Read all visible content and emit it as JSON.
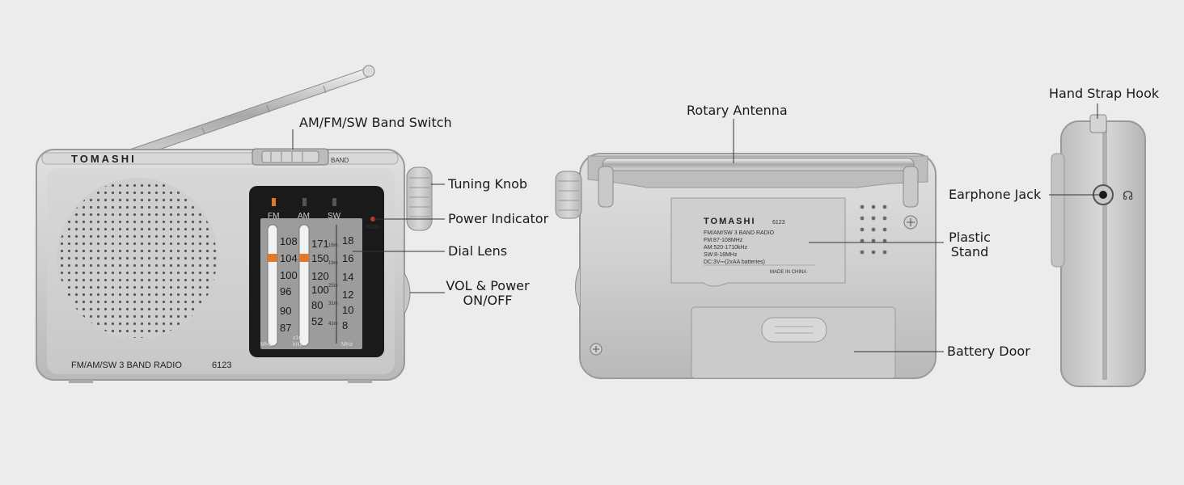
{
  "front": {
    "brand": "TOMASHI",
    "band_switch_label": "BAND",
    "model_line": "FM/AM/SW 3 BAND RADIO",
    "model_number": "6123",
    "pow_label": "POW",
    "dial": {
      "headers": [
        "FM",
        "AM",
        "SW"
      ],
      "fm_scale": [
        "108",
        "104",
        "100",
        "96",
        "90",
        "87"
      ],
      "am_scale": [
        "171",
        "150",
        "120",
        "100",
        "80",
        "52"
      ],
      "sw_scale": [
        "18",
        "16",
        "14",
        "12",
        "10",
        "8"
      ],
      "sw_bands": [
        "16m",
        "19m",
        "25m",
        "31m",
        "41m"
      ],
      "units_fm": "MHz",
      "units_am_mult": "x10",
      "units_am": "kHz",
      "units_sw": "MHz"
    }
  },
  "back": {
    "brand": "TOMASHI",
    "model_number": "6123",
    "label_lines": [
      "FM/AM/SW 3 BAND RADIO",
      "FM:87-108MHz",
      "AM:520-1710kHz",
      "SW:8-18MHz",
      "DC:3V⎓(2xAA batteries)"
    ],
    "made_in": "MADE IN CHINA"
  },
  "callouts": {
    "band_switch": "AM/FM/SW Band Switch",
    "tuning_knob": "Tuning Knob",
    "power_indicator": "Power Indicator",
    "dial_lens": "Dial Lens",
    "vol_power_line1": "VOL & Power",
    "vol_power_line2": "ON/OFF",
    "rotary_antenna": "Rotary Antenna",
    "plastic_stand_line1": "Plastic",
    "plastic_stand_line2": "Stand",
    "battery_door": "Battery Door",
    "hand_strap_hook": "Hand Strap Hook",
    "earphone_jack": "Earphone Jack"
  },
  "colors": {
    "background": "#ececec",
    "body_silver": "#c8c8c8",
    "dial_black": "#1a1a1a",
    "indicator_orange": "#e07a2a"
  }
}
